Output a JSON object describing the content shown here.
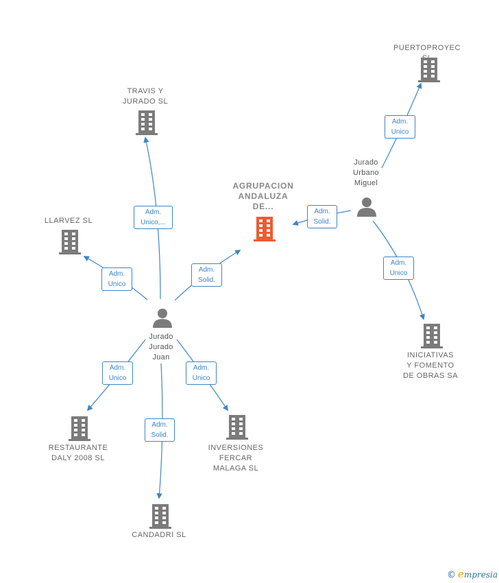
{
  "colors": {
    "edge": "#3d85c8",
    "building": "#7b7b7b",
    "focus_building": "#f05a30",
    "person": "#7b7b7b"
  },
  "nodes": {
    "agrupacion": {
      "label": "AGRUPACION\nANDALUZA\nDE...",
      "type": "company",
      "focus": true
    },
    "puertoproyec": {
      "label": "PUERTOPROYEC SL",
      "type": "company"
    },
    "travis": {
      "label": "TRAVIS Y\nJURADO  SL",
      "type": "company"
    },
    "llarvez": {
      "label": "LLARVEZ SL",
      "type": "company"
    },
    "iniciativas": {
      "label": "INICIATIVAS\nY FOMENTO\nDE OBRAS SA",
      "type": "company"
    },
    "restaurante": {
      "label": "RESTAURANTE\nDALY 2008  SL",
      "type": "company"
    },
    "inversiones": {
      "label": "INVERSIONES\nFERCAR\nMALAGA SL",
      "type": "company"
    },
    "candadri": {
      "label": "CANDADRI  SL",
      "type": "company"
    },
    "jurado_juan": {
      "label": "Jurado\nJurado\nJuan",
      "type": "person"
    },
    "jurado_miguel": {
      "label": "Jurado\nUrbano\nMiguel",
      "type": "person"
    }
  },
  "edges": {
    "miguel_agrupacion": "Adm.\nSolid.",
    "miguel_puerto": "Adm.\nUnico",
    "miguel_iniciativas": "Adm.\nUnico",
    "juan_travis": "Adm.\nUnico,...",
    "juan_llarvez": "Adm.\nUnico",
    "juan_agrupacion": "Adm.\nSolid.",
    "juan_restaurante": "Adm.\nUnico",
    "juan_inversiones": "Adm.\nUnico",
    "juan_candadri": "Adm.\nSolid."
  },
  "footer": {
    "copyright": "©",
    "brand_initial": "e",
    "brand_rest": "mpresia"
  }
}
